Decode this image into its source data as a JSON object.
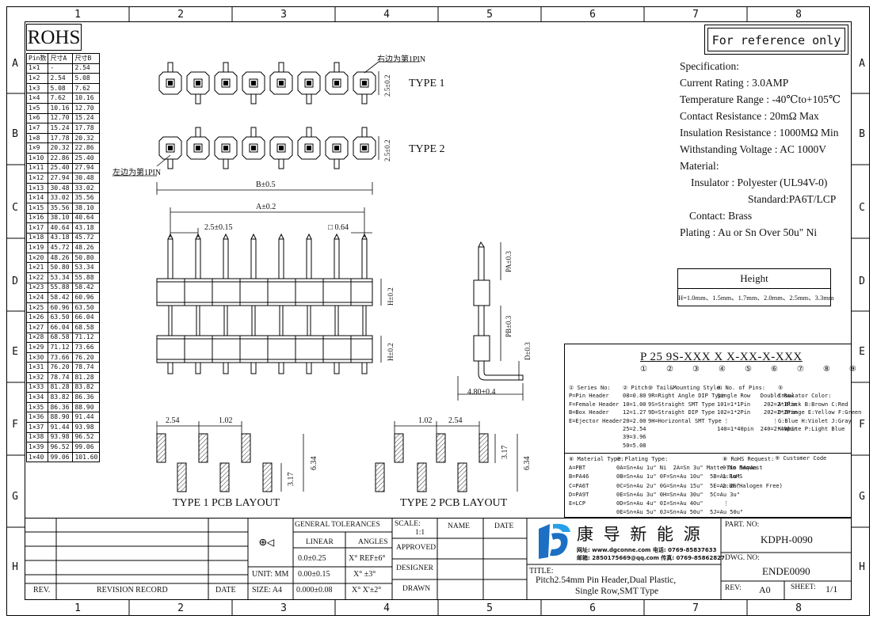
{
  "grid": {
    "columns": [
      "1",
      "2",
      "3",
      "4",
      "5",
      "6",
      "7",
      "8"
    ],
    "rows": [
      "A",
      "B",
      "C",
      "D",
      "E",
      "F",
      "G",
      "H"
    ]
  },
  "rohs": "ROHS",
  "reference_note": "For reference only",
  "pin_table": {
    "headers": [
      "Pin数",
      "尺寸A",
      "尺寸B"
    ],
    "rows": [
      [
        "1×1",
        "-",
        "2.54"
      ],
      [
        "1×2",
        "2.54",
        "5.08"
      ],
      [
        "1×3",
        "5.08",
        "7.62"
      ],
      [
        "1×4",
        "7.62",
        "10.16"
      ],
      [
        "1×5",
        "10.16",
        "12.70"
      ],
      [
        "1×6",
        "12.70",
        "15.24"
      ],
      [
        "1×7",
        "15.24",
        "17.78"
      ],
      [
        "1×8",
        "17.78",
        "20.32"
      ],
      [
        "1×9",
        "20.32",
        "22.86"
      ],
      [
        "1×10",
        "22.86",
        "25.40"
      ],
      [
        "1×11",
        "25.40",
        "27.94"
      ],
      [
        "1×12",
        "27.94",
        "30.48"
      ],
      [
        "1×13",
        "30.48",
        "33.02"
      ],
      [
        "1×14",
        "33.02",
        "35.56"
      ],
      [
        "1×15",
        "35.56",
        "38.10"
      ],
      [
        "1×16",
        "38.10",
        "40.64"
      ],
      [
        "1×17",
        "40.64",
        "43.18"
      ],
      [
        "1×18",
        "43.18",
        "45.72"
      ],
      [
        "1×19",
        "45.72",
        "48.26"
      ],
      [
        "1×20",
        "48.26",
        "50.80"
      ],
      [
        "1×21",
        "50.80",
        "53.34"
      ],
      [
        "1×22",
        "53.34",
        "55.88"
      ],
      [
        "1×23",
        "55.88",
        "58.42"
      ],
      [
        "1×24",
        "58.42",
        "60.96"
      ],
      [
        "1×25",
        "60.96",
        "63.50"
      ],
      [
        "1×26",
        "63.50",
        "66.04"
      ],
      [
        "1×27",
        "66.04",
        "68.58"
      ],
      [
        "1×28",
        "68.58",
        "71.12"
      ],
      [
        "1×29",
        "71.12",
        "73.66"
      ],
      [
        "1×30",
        "73.66",
        "76.20"
      ],
      [
        "1×31",
        "76.20",
        "78.74"
      ],
      [
        "1×32",
        "78.74",
        "81.28"
      ],
      [
        "1×33",
        "81.28",
        "83.82"
      ],
      [
        "1×34",
        "83.82",
        "86.36"
      ],
      [
        "1×35",
        "86.36",
        "88.90"
      ],
      [
        "1×36",
        "88.90",
        "91.44"
      ],
      [
        "1×37",
        "91.44",
        "93.98"
      ],
      [
        "1×38",
        "93.98",
        "96.52"
      ],
      [
        "1×39",
        "96.52",
        "99.06"
      ],
      [
        "1×40",
        "99.06",
        "101.60"
      ]
    ]
  },
  "drawing": {
    "first_pin_right": "右边为第1PIN",
    "first_pin_left": "左边为第1PIN",
    "type1": "TYPE 1",
    "type2": "TYPE 2",
    "dim_h1": "2.5±0.2",
    "dim_h2": "2.5±0.2",
    "dim_b": "B±0.5",
    "dim_a": "A±0.2",
    "dim_pitch": "2.5±0.15",
    "dim_square": "□ 0.64",
    "dim_h_upper": "H±0.2",
    "dim_h_lower": "H±0.2",
    "dim_pa": "PA±0.3",
    "dim_pb": "PB±0.3",
    "dim_d": "D±0.3",
    "dim_foot": "4.80±0.4",
    "pcb_254_l": "2.54",
    "pcb_102_l": "1.02",
    "pcb_317_l": "3.17",
    "pcb_634_l": "6.34",
    "pcb_102_r": "1.02",
    "pcb_254_r": "2.54",
    "pcb_317_r": "3.17",
    "pcb_634_r": "6.34",
    "pcb_type1": "TYPE 1 PCB LAYOUT",
    "pcb_type2": "TYPE 2 PCB LAYOUT"
  },
  "spec": {
    "heading": "Specification:",
    "current": "Current Rating : 3.0AMP",
    "temperature": "Temperature Range : -40℃to+105℃",
    "contact_res": "Contact Resistance : 20mΩ  Max",
    "insulation_res": "Insulation Resistance : 1000MΩ Min",
    "withstanding": "Withstanding Voltage : AC 1000V",
    "material": "Material:",
    "insulator": "Insulator : Polyester (UL94V-0)",
    "standard": "Standard:PA6T/LCP",
    "contact": "Contact: Brass",
    "plating": "Plating : Au or Sn Over 50u\" Ni"
  },
  "height": {
    "title": "Height",
    "values": "H=1.0mm、1.5mm、1.7mm、2.0mm、2.5mm、3.3mm"
  },
  "part_code": {
    "code": "P 25 9S-XXX X X-XX-X-XXX",
    "circles": [
      "①",
      "②",
      "③",
      "④",
      "⑤",
      "⑥",
      "⑦",
      "⑧",
      "⑨"
    ],
    "series": [
      "① Series No:",
      "P=Pin Header",
      "F=Female Header",
      "B=Box Header",
      "E=Ejector Header"
    ],
    "pitch": [
      "② Pitch:",
      "08=0.80",
      "10=1.00",
      "12=1.27",
      "20=2.00",
      "25=2.54",
      "39=3.96",
      "50=5.08"
    ],
    "tail": [
      "③ Tail&Mounting Style:",
      "9R=Right Angle DIP Type",
      "9S=Straight SMT Type",
      "9D=Straight DIP Type",
      "9H=Horizontal SMT Type"
    ],
    "pins": [
      "④ No. of Pins:",
      "Single Row   Double Row",
      "101=1*1Pin    202=2*1Pin",
      "102=1*2Pin    202=2*2Pin",
      "  ⋮             ⋮",
      "140=1*40pin  240=2*40pin"
    ],
    "color": [
      "⑤",
      "Insulator Color:",
      "A:Black  B:Brown  C:Red",
      "D:Orange E:Yellow F:Green",
      "G:Blue   H:Violet J:Gray",
      "K:White  P:Light Blue"
    ],
    "material": [
      "⑥ Material Type:",
      "A=PBT",
      "B=PA46",
      "C=PA6T",
      "D=PA9T",
      "E=LCP"
    ],
    "plating": [
      "⑦ Plating Type:",
      "0A=Sn+Au 1u\" Ni  2A=Sn 3u\" Matte-Tin 5A=Au",
      "0B=Sn+Au 1u\" 0F=Sn+Au 10u\"  5B=Au 1u\"",
      "0C=Sn+Au 2u\" 0G=Sn+Au 15u\"  5E=Au 2u\"",
      "0E=Sn+Au 3u\" 0H=Sn+Au 30u\"  5C=Au 3u\"",
      "0D=Sn+Au 4u\" 0I=Sn+Au 40u\"      ⋮",
      "0E=Sn+Au 5u\" 0J=Sn+Au 50u\"  5J=Au 50u\""
    ],
    "rohs": [
      "⑧ RoHS Request:",
      "0:No Request",
      "1:RoHS",
      "2:HF(Halogen Free)"
    ],
    "customer": "⑨ Customer Code"
  },
  "title_block": {
    "rev_label": "REV.",
    "revision_record": "REVISION RECORD",
    "date_label": "DATE",
    "unit": "UNIT: MM",
    "size": "SIZE: A4",
    "general_tolerances": "GENERAL TOLERANCES",
    "linear": "LINEAR",
    "angles": "ANGLES",
    "tol1": "0.0±0.25",
    "tol2": "0.00±0.15",
    "tol3": "0.000±0.08",
    "ang1": "X° REF±6°",
    "ang2": "X° ±3°",
    "ang3": "X° X'±2°",
    "scale_label": "SCALE:",
    "scale": "1:1",
    "approved": "APPROVED",
    "designer": "DESIGNER",
    "drawn": "DRAWN",
    "name": "NAME",
    "date": "DATE",
    "company_cn": "康 导 新 能 源",
    "company_web": "网址: www.dgconne.com  电话: 0769-85837633",
    "company_mail": "邮箱: 2850175669@qq.com 传真: 0769-85862827",
    "title_label": "TITLE:",
    "title_line1": "Pitch2.54mm Pin Header,Dual Plastic,",
    "title_line2": "Single Row,SMT Type",
    "part_no_label": "PART. NO:",
    "part_no": "KDPH-0090",
    "dwg_no_label": "DWG. NO:",
    "dwg_no": "ENDE0090",
    "rev2_label": "REV:",
    "rev2": "A0",
    "sheet_label": "SHEET:",
    "sheet": "1/1"
  }
}
